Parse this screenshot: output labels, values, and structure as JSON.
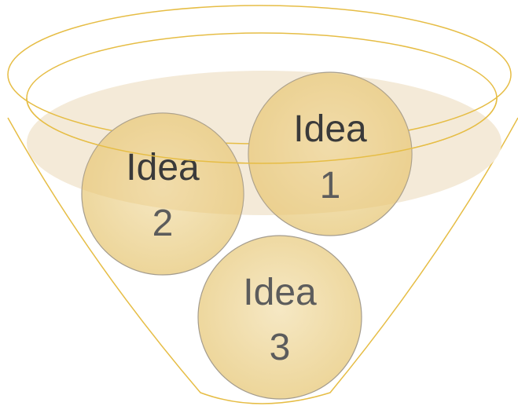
{
  "ideas": [
    {
      "line1": "Idea",
      "line2": "1"
    },
    {
      "line1": "Idea",
      "line2": "2"
    },
    {
      "line1": "Idea",
      "line2": "3"
    }
  ],
  "colors": {
    "rim_stroke": "#e6bd45",
    "liquid_fill": "#f4ead8",
    "ball_fill": "#f2dba6",
    "ball_stroke": "#a49c8e",
    "text": "#5c5c5c",
    "text_on_rim": "#3a3a3a"
  }
}
